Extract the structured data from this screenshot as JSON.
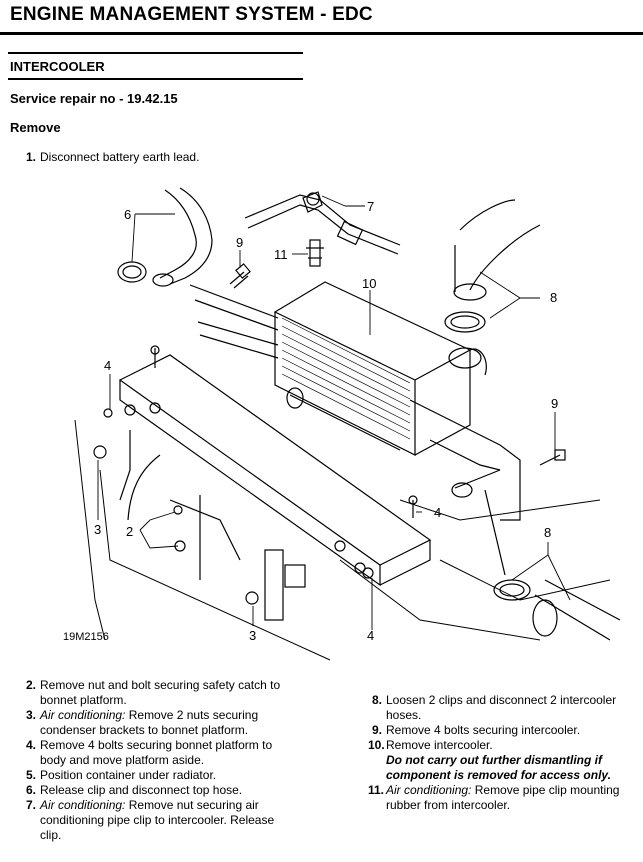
{
  "header": {
    "title": "ENGINE MANAGEMENT SYSTEM - EDC"
  },
  "section": {
    "title": "INTERCOOLER"
  },
  "service": {
    "text": "Service repair no - 19.42.15"
  },
  "remove_heading": "Remove",
  "steps": [
    {
      "num": "1.",
      "lines": [
        "Disconnect battery earth lead."
      ]
    },
    {
      "num": "2.",
      "lines": [
        "Remove nut and bolt securing safety catch to",
        "bonnet platform."
      ]
    },
    {
      "num": "3.",
      "prefix": "Air conditioning:",
      "lines": [
        " Remove 2 nuts securing",
        "condenser brackets to bonnet platform."
      ]
    },
    {
      "num": "4.",
      "lines": [
        "Remove 4 bolts securing bonnet platform to",
        "body and move platform aside."
      ]
    },
    {
      "num": "5.",
      "lines": [
        "Position container under radiator."
      ]
    },
    {
      "num": "6.",
      "lines": [
        "Release clip and disconnect top hose."
      ]
    },
    {
      "num": "7.",
      "prefix": "Air conditioning:",
      "lines": [
        " Remove nut securing air",
        "conditioning pipe clip to intercooler. Release",
        "clip."
      ]
    },
    {
      "num": "8.",
      "lines": [
        "Loosen 2 clips and disconnect 2 intercooler",
        "hoses."
      ]
    },
    {
      "num": "9.",
      "lines": [
        "Remove 4 bolts securing intercooler."
      ]
    },
    {
      "num": "10.",
      "lines": [
        "Remove intercooler."
      ],
      "warning": [
        "Do not carry out further dismantling if",
        "component is removed for access only."
      ]
    },
    {
      "num": "11.",
      "prefix": "Air conditioning:",
      "lines": [
        " Remove pipe clip mounting",
        "rubber from intercooler."
      ]
    }
  ],
  "diagram": {
    "ref": "19M2156",
    "callouts": [
      "6",
      "7",
      "9",
      "11",
      "10",
      "8",
      "4",
      "9",
      "3",
      "2",
      "4",
      "8",
      "3",
      "4"
    ]
  }
}
